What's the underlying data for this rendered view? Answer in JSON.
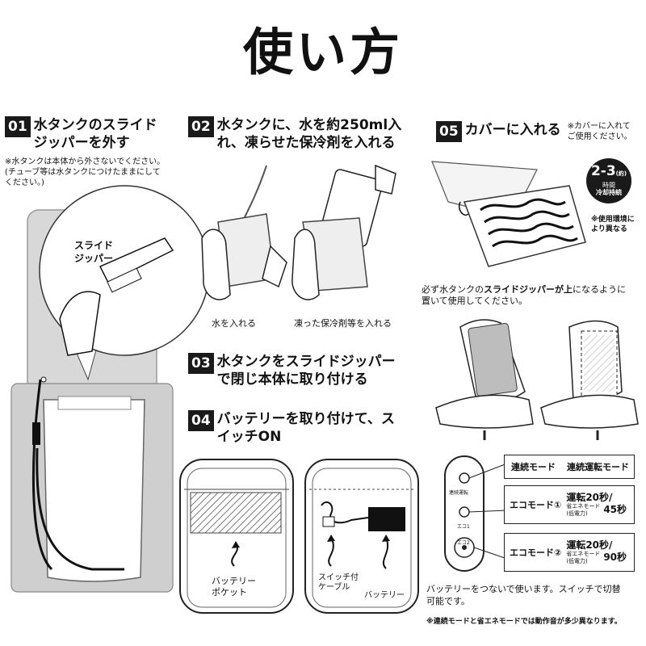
{
  "title": "使い方",
  "step01": {
    "num": "01",
    "heading_line1": "水タンクのスライド",
    "heading_line2": "ジッパーを外す",
    "note_line1": "※水タンクは本体から外さないでください。",
    "note_line2": "(チューブ等は水タンクにつけたままにして",
    "note_line3": "ください。)",
    "zipper_label_line1": "スライド",
    "zipper_label_line2": "ジッパー"
  },
  "step02": {
    "num": "02",
    "heading_line1": "水タンクに、水を約250ml入",
    "heading_line2": "れ、凍らせた保冷剤を入れる",
    "caption_left": "水を入れる",
    "caption_right": "凍った保冷剤等を入れる"
  },
  "step03": {
    "num": "03",
    "heading_line1": "水タンクをスライドジッパー",
    "heading_line2": "で閉じ本体に取り付ける"
  },
  "step04": {
    "num": "04",
    "heading_line1": "バッテリーを取り付けて、ス",
    "heading_line2": "イッチON",
    "battery_pocket_line1": "バッテリー",
    "battery_pocket_line2": "ポケット",
    "switch_cable_line1": "スイッチ付",
    "switch_cable_line2": "ケーブル",
    "battery_label": "バッテリー"
  },
  "step05": {
    "num": "05",
    "heading": "カバーに入れる",
    "note_line1": "※カバーに入れて",
    "note_line2": "ご使用ください。",
    "badge_value": "2-3",
    "badge_approx": "(約)",
    "badge_unit": "時間",
    "badge_label": "冷却持続",
    "badge_note_line1": "※使用環境に",
    "badge_note_line2": "より異なる"
  },
  "zipper_up_note": {
    "line1_pre": "必ず水タンクの",
    "line1_bold": "スライドジッパーが上",
    "line1_post": "になるように",
    "line2": "置いて使用してください。"
  },
  "modes": [
    {
      "label": "連続モード",
      "desc_line1": "連続運転モード",
      "desc_line2": "",
      "desc_line3": ""
    },
    {
      "label": "エコモード①",
      "desc_line1": "運転20秒/",
      "desc_line2": "省エネモード",
      "desc_line3": "45秒"
    },
    {
      "label": "エコモード②",
      "desc_line1": "運転20秒/",
      "desc_line2": "省エネモード",
      "desc_line3": "90秒"
    }
  ],
  "power_sub": "(低電力)",
  "remote_labels": [
    "連続運転",
    "エコ1",
    "エコ2"
  ],
  "bottom_line1": "バッテリーをつないで使います。スイッチで切替",
  "bottom_line2": "可能です。",
  "bottom_note": "※連続モードと省エネモードでは動作音が多少異なります。"
}
